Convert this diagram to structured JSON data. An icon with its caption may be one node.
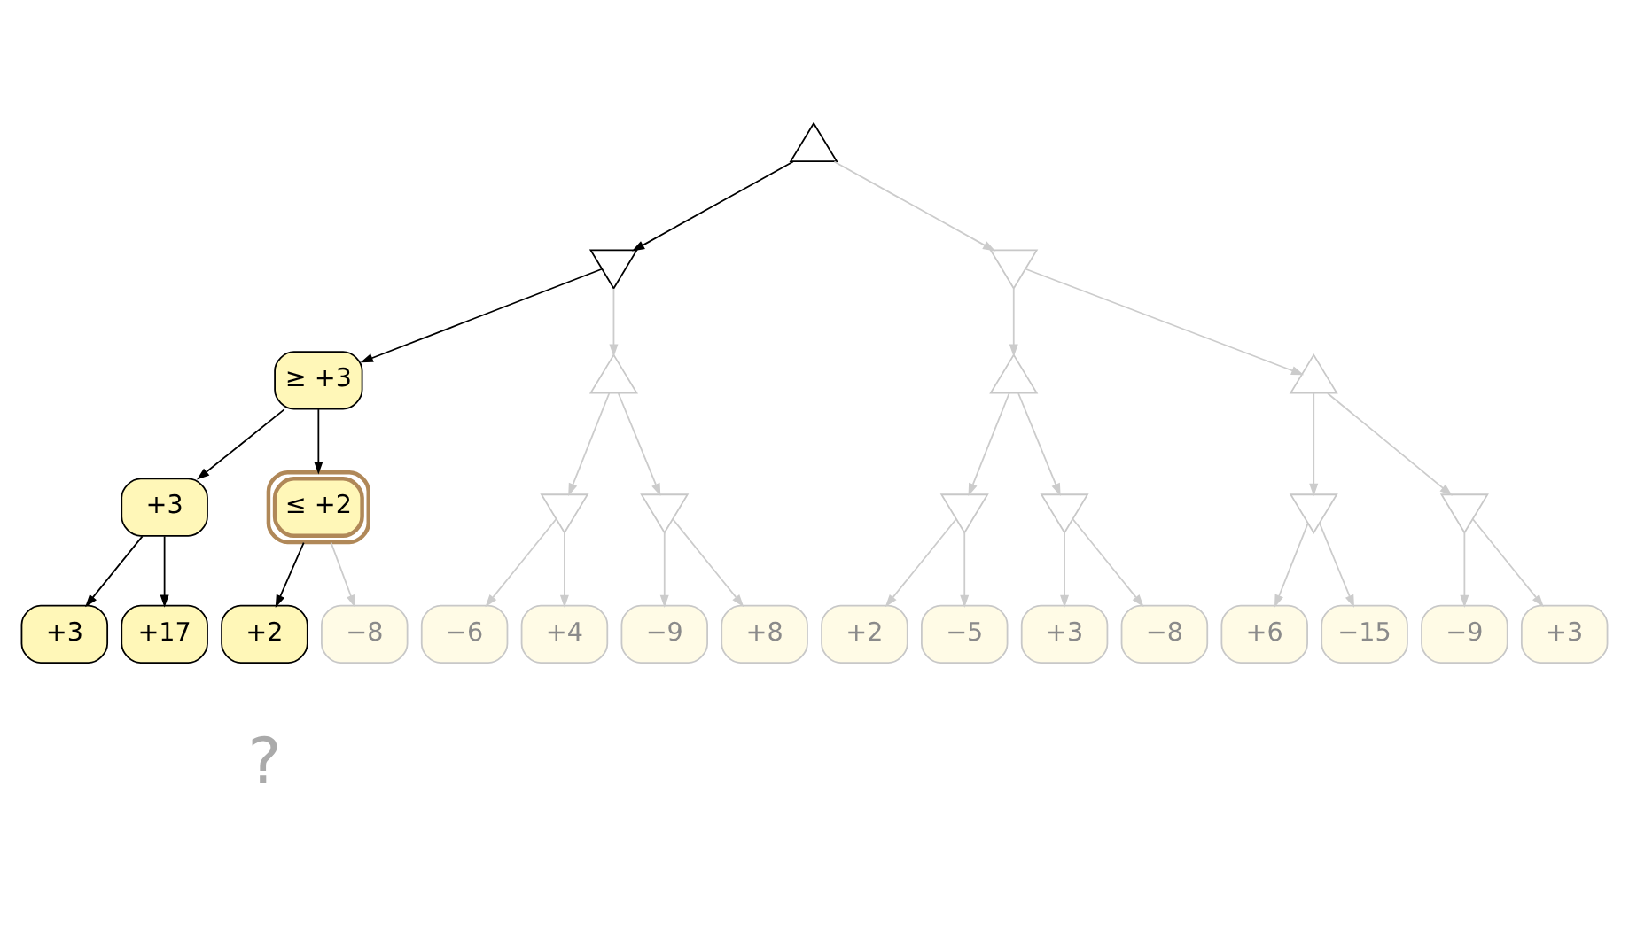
{
  "diagram": {
    "nodes": [
      {
        "text": [],
        "shape": "triangle"
      },
      {
        "text": [],
        "shape": "triangle"
      },
      {
        "text": [],
        "shape": "triangle"
      },
      {
        "text": [
          "≥ +3"
        ]
      },
      {
        "text": [],
        "shape": "triangle"
      },
      {
        "text": [],
        "shape": "triangle"
      },
      {
        "text": [],
        "shape": "triangle"
      },
      {
        "text": [
          "+3"
        ]
      },
      {
        "text": [
          "≤ +2"
        ]
      },
      {
        "text": [],
        "shape": "triangle"
      },
      {
        "text": [],
        "shape": "triangle"
      },
      {
        "text": [],
        "shape": "triangle"
      },
      {
        "text": [],
        "shape": "triangle"
      },
      {
        "text": [],
        "shape": "triangle"
      },
      {
        "text": [],
        "shape": "triangle"
      },
      {
        "text": [
          "+3"
        ]
      },
      {
        "text": [
          "+17"
        ]
      },
      {
        "text": [
          "+2"
        ]
      },
      {
        "text": [
          "−8"
        ]
      },
      {
        "text": [
          "−6"
        ]
      },
      {
        "text": [
          "+4"
        ]
      },
      {
        "text": [
          "−9"
        ]
      },
      {
        "text": [
          "+8"
        ]
      },
      {
        "text": [
          "+2"
        ]
      },
      {
        "text": [
          "−5"
        ]
      },
      {
        "text": [
          "+3"
        ]
      },
      {
        "text": [
          "−8"
        ]
      },
      {
        "text": [
          "+6"
        ]
      },
      {
        "text": [
          "−15"
        ]
      },
      {
        "text": [
          "−9"
        ]
      },
      {
        "text": [
          "+3"
        ]
      }
    ],
    "edges": [
      {
        "from": 0,
        "to": 1,
        "arrow": "to",
        "color": "#000000"
      },
      {
        "from": 0,
        "to": 2,
        "arrow": "to",
        "color": "#cccccc"
      },
      {
        "from": 1,
        "to": 3,
        "arrow": "to",
        "color": "#000000"
      },
      {
        "from": 1,
        "to": 4,
        "arrow": "to",
        "color": "#cccccc"
      },
      {
        "from": 2,
        "to": 5,
        "arrow": "to",
        "color": "#cccccc"
      },
      {
        "from": 2,
        "to": 6,
        "arrow": "to",
        "color": "#cccccc"
      },
      {
        "from": 3,
        "to": 7,
        "arrow": "to",
        "color": "#000000"
      },
      {
        "from": 3,
        "to": 8,
        "arrow": "to",
        "color": "#000000"
      },
      {
        "from": 4,
        "to": 9,
        "arrow": "to",
        "color": "#cccccc"
      },
      {
        "from": 4,
        "to": 10,
        "arrow": "to",
        "color": "#cccccc"
      },
      {
        "from": 5,
        "to": 11,
        "arrow": "to",
        "color": "#cccccc"
      },
      {
        "from": 5,
        "to": 12,
        "arrow": "to",
        "color": "#cccccc"
      },
      {
        "from": 6,
        "to": 13,
        "arrow": "to",
        "color": "#cccccc"
      },
      {
        "from": 6,
        "to": 14,
        "arrow": "to",
        "color": "#cccccc"
      },
      {
        "from": 7,
        "to": 15,
        "arrow": "to",
        "color": "#000000"
      },
      {
        "from": 7,
        "to": 16,
        "arrow": "to",
        "color": "#000000"
      },
      {
        "from": 8,
        "to": 17,
        "arrow": "to",
        "color": "#000000"
      },
      {
        "from": 8,
        "to": 18,
        "arrow": "to",
        "color": "#cccccc"
      },
      {
        "from": 9,
        "to": 19,
        "arrow": "to",
        "color": "#cccccc"
      },
      {
        "from": 9,
        "to": 20,
        "arrow": "to",
        "color": "#cccccc"
      },
      {
        "from": 10,
        "to": 21,
        "arrow": "to",
        "color": "#cccccc"
      },
      {
        "from": 10,
        "to": 22,
        "arrow": "to",
        "color": "#cccccc"
      },
      {
        "from": 11,
        "to": 23,
        "arrow": "to",
        "color": "#cccccc"
      },
      {
        "from": 11,
        "to": 24,
        "arrow": "to",
        "color": "#cccccc"
      },
      {
        "from": 12,
        "to": 25,
        "arrow": "to",
        "color": "#cccccc"
      },
      {
        "from": 12,
        "to": 26,
        "arrow": "to",
        "color": "#cccccc"
      },
      {
        "from": 13,
        "to": 27,
        "arrow": "to",
        "color": "#cccccc"
      },
      {
        "from": 13,
        "to": 28,
        "arrow": "to",
        "color": "#cccccc"
      },
      {
        "from": 14,
        "to": 29,
        "arrow": "to",
        "color": "#cccccc"
      },
      {
        "from": 14,
        "to": 30,
        "arrow": "to",
        "color": "#cccccc"
      }
    ],
    "labels": [
      "?"
    ]
  }
}
